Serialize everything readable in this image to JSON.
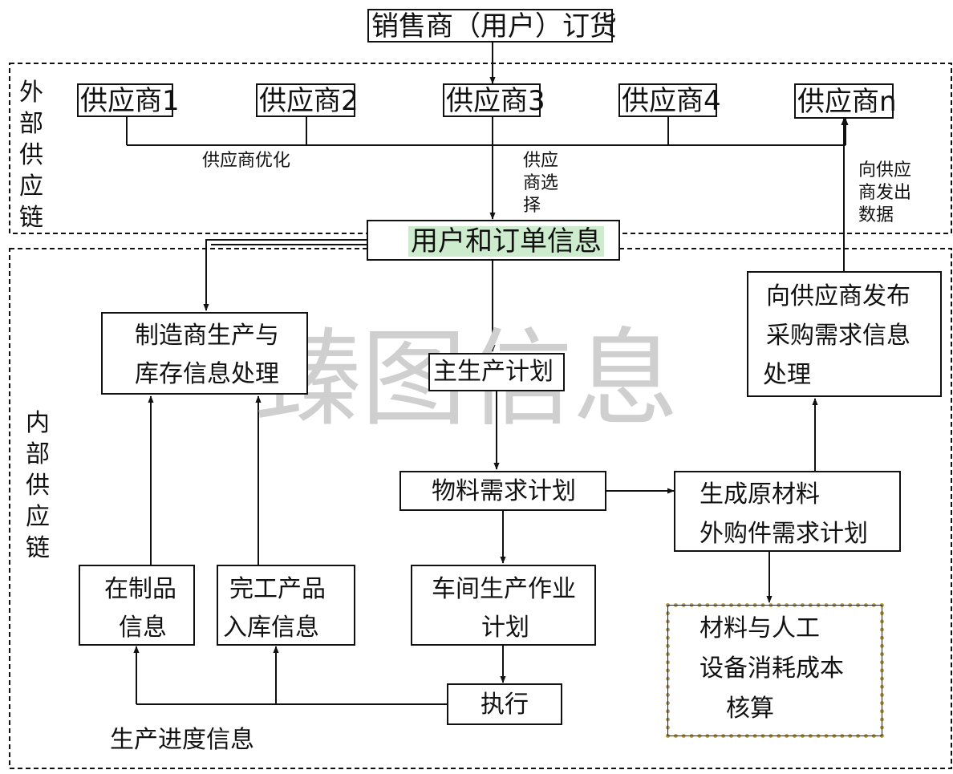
{
  "watermark": "臻图信息",
  "top": {
    "order": "销售商（用户）订货"
  },
  "external": {
    "label": "外部供应链",
    "suppliers": [
      "供应商1",
      "供应商2",
      "供应商3",
      "供应商4",
      "供应商n"
    ],
    "optimize_label": "供应商优化",
    "select_label": "供应商选择",
    "send_label": "向供应商发出数据"
  },
  "internal": {
    "label": "内部供应链",
    "order_info": "用户和订单信息",
    "order_info_highlight": "#cdeccd",
    "manufacturer_line1": "制造商生产与",
    "manufacturer_line2": "库存信息处理",
    "master_plan": "主生产计划",
    "publish_line1": "向供应商发布",
    "publish_line2": "采购需求信息",
    "publish_line3": "处理",
    "mrp": "物料需求计划",
    "raw_line1": "生成原材料",
    "raw_line2": "外购件需求计划",
    "wip_line1": "在制品",
    "wip_line2": "信息",
    "finished_line1": "完工产品",
    "finished_line2": "入库信息",
    "workshop_line1": "车间生产作业",
    "workshop_line2": "计划",
    "cost_line1": "材料与人工",
    "cost_line2": "设备消耗成本",
    "cost_line3": "核算",
    "cost_border_color": "#b8a04a",
    "execute": "执行",
    "progress": "生产进度信息"
  }
}
